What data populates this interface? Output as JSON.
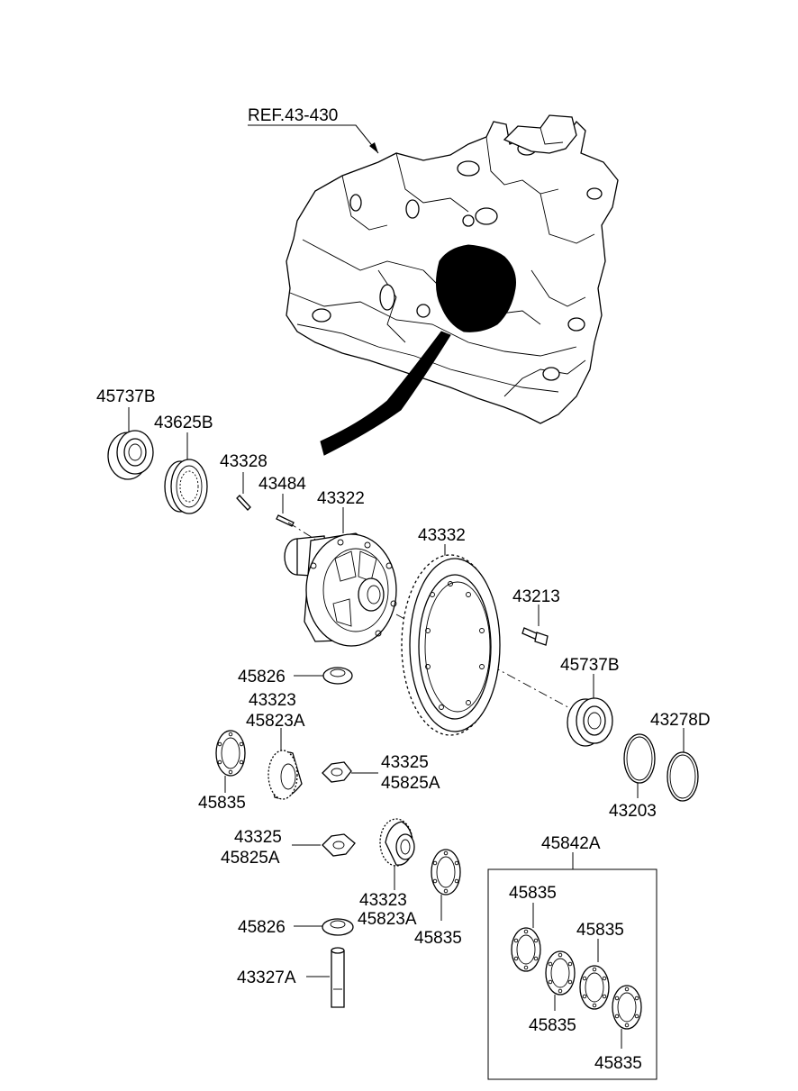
{
  "diagram": {
    "reference_label": "REF.43-430",
    "labels": {
      "bearing_left": "45737B",
      "speedo_gear": "43625B",
      "pin_43328": "43328",
      "pin_43484": "43484",
      "diff_case": "43322",
      "ring_gear": "43332",
      "ring_gear_bolt": "43213",
      "bearing_right": "45737B",
      "washer_45826_top": "45826",
      "side_gear_top_1": "43323",
      "side_gear_top_2": "45823A",
      "pinion_top_1": "43325",
      "pinion_top_2": "45825A",
      "shim_45835_left": "45835",
      "snap_43278D": "43278D",
      "snap_43203": "43203",
      "pinion_bottom_1": "43325",
      "pinion_bottom_2": "45825A",
      "side_gear_bottom_1": "43323",
      "side_gear_bottom_2": "45823A",
      "shim_45835_mid": "45835",
      "washer_45826_bottom": "45826",
      "pinion_shaft": "43327A",
      "shim_kit": "45842A",
      "kit_shim_1": "45835",
      "kit_shim_2": "45835",
      "kit_shim_3": "45835",
      "kit_shim_4": "45835"
    }
  }
}
